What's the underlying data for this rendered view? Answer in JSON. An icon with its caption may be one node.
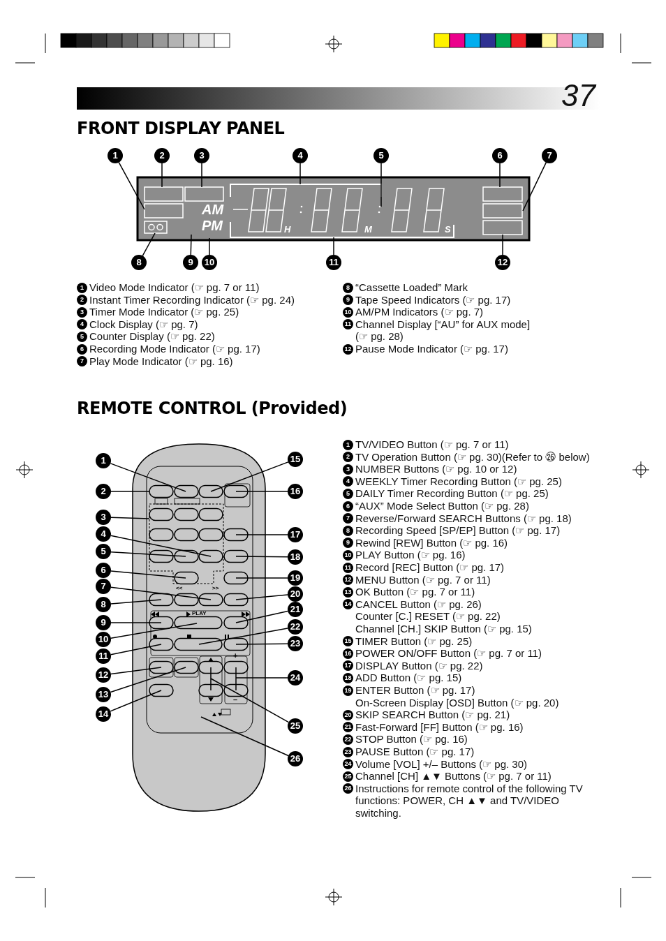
{
  "diagram": {
    "nodes": [
      {
        "text": [
          "1"
        ]
      },
      {
        "text": [
          "2"
        ]
      },
      {
        "text": [
          "3"
        ]
      },
      {
        "text": [
          "4"
        ]
      },
      {
        "text": [
          "5"
        ]
      },
      {
        "text": [
          "6"
        ]
      },
      {
        "text": [
          "7"
        ]
      },
      {
        "text": [
          "8"
        ]
      },
      {
        "text": [
          "9"
        ]
      },
      {
        "text": [
          "10"
        ]
      },
      {
        "text": [
          "11"
        ]
      },
      {
        "text": [
          "12"
        ]
      },
      {
        "text": [
          "1"
        ]
      },
      {
        "text": [
          "2"
        ]
      },
      {
        "text": [
          "3"
        ]
      },
      {
        "text": [
          "4"
        ]
      },
      {
        "text": [
          "5"
        ]
      },
      {
        "text": [
          "6"
        ]
      },
      {
        "text": [
          "7"
        ]
      },
      {
        "text": [
          "8"
        ]
      },
      {
        "text": [
          "9"
        ]
      },
      {
        "text": [
          "10"
        ]
      },
      {
        "text": [
          "11"
        ]
      },
      {
        "text": [
          "12"
        ]
      },
      {
        "text": [
          "13"
        ]
      },
      {
        "text": [
          "14"
        ]
      },
      {
        "text": [
          "15"
        ]
      },
      {
        "text": [
          "16"
        ]
      },
      {
        "text": [
          "17"
        ]
      },
      {
        "text": [
          "18"
        ]
      },
      {
        "text": [
          "19"
        ]
      },
      {
        "text": [
          "20"
        ]
      },
      {
        "text": [
          "21"
        ]
      },
      {
        "text": [
          "22"
        ]
      },
      {
        "text": [
          "23"
        ]
      },
      {
        "text": [
          "24"
        ]
      },
      {
        "text": [
          "25"
        ]
      },
      {
        "text": [
          "26"
        ]
      }
    ],
    "edges": [
      {
        "from": 0,
        "to": null,
        "arrow": "none"
      },
      {
        "from": 1,
        "to": null,
        "arrow": "none"
      },
      {
        "from": 2,
        "to": null,
        "arrow": "none"
      },
      {
        "from": 3,
        "to": null,
        "arrow": "none"
      },
      {
        "from": 4,
        "to": null,
        "arrow": "none"
      },
      {
        "from": 5,
        "to": null,
        "arrow": "none"
      },
      {
        "from": 6,
        "to": null,
        "arrow": "none"
      },
      {
        "from": 7,
        "to": null,
        "arrow": "none"
      },
      {
        "from": 8,
        "to": null,
        "arrow": "none"
      },
      {
        "from": 9,
        "to": null,
        "arrow": "none"
      },
      {
        "from": 10,
        "to": null,
        "arrow": "none"
      },
      {
        "from": 11,
        "to": null,
        "arrow": "none"
      },
      {
        "from": 12,
        "to": null,
        "arrow": "none"
      },
      {
        "from": 13,
        "to": null,
        "arrow": "none"
      },
      {
        "from": 14,
        "to": null,
        "arrow": "none"
      },
      {
        "from": 15,
        "to": null,
        "arrow": "none"
      },
      {
        "from": 16,
        "to": null,
        "arrow": "none"
      },
      {
        "from": 17,
        "to": null,
        "arrow": "none"
      },
      {
        "from": 18,
        "to": null,
        "arrow": "none"
      },
      {
        "from": 19,
        "to": null,
        "arrow": "none"
      },
      {
        "from": 20,
        "to": null,
        "arrow": "none"
      },
      {
        "from": 21,
        "to": null,
        "arrow": "none"
      },
      {
        "from": 22,
        "to": null,
        "arrow": "none"
      },
      {
        "from": 23,
        "to": null,
        "arrow": "none"
      },
      {
        "from": 24,
        "to": null,
        "arrow": "none"
      },
      {
        "from": 25,
        "to": null,
        "arrow": "none"
      },
      {
        "from": 26,
        "to": null,
        "arrow": "none"
      },
      {
        "from": 27,
        "to": null,
        "arrow": "none"
      },
      {
        "from": 28,
        "to": null,
        "arrow": "none"
      },
      {
        "from": 29,
        "to": null,
        "arrow": "none"
      },
      {
        "from": 30,
        "to": null,
        "arrow": "none"
      },
      {
        "from": 31,
        "to": null,
        "arrow": "none"
      },
      {
        "from": 32,
        "to": null,
        "arrow": "none"
      },
      {
        "from": 33,
        "to": null,
        "arrow": "none"
      },
      {
        "from": 34,
        "to": null,
        "arrow": "none"
      },
      {
        "from": 35,
        "to": null,
        "arrow": "none"
      },
      {
        "from": 36,
        "to": null,
        "arrow": "none"
      },
      {
        "from": 37,
        "to": null,
        "arrow": "none"
      }
    ],
    "labels": [
      "37",
      "FRONT DISPLAY PANEL",
      "AM",
      "PM",
      "H",
      "M",
      "S",
      "1",
      "Video Mode Indicator (☞ pg. 7 or 11)",
      "2",
      "Instant Timer Recording Indicator (☞ pg. 24)",
      "3",
      "Timer Mode Indicator (☞ pg. 25)",
      "4",
      "Clock Display (☞ pg. 7)",
      "5",
      "Counter Display (☞ pg. 22)",
      "6",
      "Recording Mode Indicator (☞ pg. 17)",
      "7",
      "Play Mode Indicator (☞ pg. 16)",
      "8",
      "“Cassette Loaded” Mark",
      "9",
      "Tape Speed Indicators (☞ pg. 17)",
      "10",
      "AM/PM Indicators (☞ pg. 7)",
      "11",
      "Channel Display [“AU” for AUX mode] (☞ pg. 28)",
      "12",
      "Pause Mode Indicator (☞ pg. 17)",
      "REMOTE CONTROL (Provided)",
      "<<",
      ">>",
      "PLAY",
      "+",
      "–",
      "1",
      "TV/VIDEO Button (☞ pg. 7 or 11)",
      "2",
      "TV Operation Button (☞ pg. 30)(Refer to ㉖ below)",
      "3",
      "NUMBER Buttons (☞ pg. 10 or 12)",
      "4",
      "WEEKLY Timer Recording Button (☞ pg. 25)",
      "5",
      "DAILY Timer Recording Button (☞ pg. 25)",
      "6",
      "“AUX” Mode Select Button (☞ pg. 28)",
      "7",
      "Reverse/Forward SEARCH Buttons (☞ pg. 18)",
      "8",
      "Recording Speed [SP/EP] Button (☞ pg. 17)",
      "9",
      "Rewind [REW] Button (☞ pg. 16)",
      "10",
      "PLAY Button (☞ pg. 16)",
      "11",
      "Record [REC] Button (☞ pg. 17)",
      "12",
      "MENU Button (☞ pg. 7 or 11)",
      "13",
      "OK Button (☞ pg. 7 or 11)",
      "14",
      "CANCEL Button (☞ pg. 26)",
      "Counter [C.] RESET (☞ pg. 22)",
      "Channel [CH.] SKIP Button (☞ pg. 15)",
      "15",
      "TIMER Button (☞ pg. 25)",
      "16",
      "POWER ON/OFF Button (☞ pg. 7 or 11)",
      "17",
      "DISPLAY Button (☞ pg. 22)",
      "18",
      "ADD Button (☞ pg. 15)",
      "19",
      "ENTER Button (☞ pg. 17)",
      "On-Screen Display [OSD] Button (☞ pg. 20)",
      "20",
      "SKIP SEARCH Button (☞ pg. 21)",
      "21",
      "Fast-Forward [FF] Button (☞ pg. 16)",
      "22",
      "STOP Button (☞ pg. 16)",
      "23",
      "PAUSE Button (☞ pg. 17)",
      "24",
      "Volume [VOL] +/– Buttons (☞ pg. 30)",
      "25",
      "Channel [CH] ▲▼ Buttons (☞ pg. 7 or 11)",
      "26",
      "Instructions for remote control of the following TV functions: POWER, CH ▲▼ and TV/VIDEO switching."
    ]
  }
}
